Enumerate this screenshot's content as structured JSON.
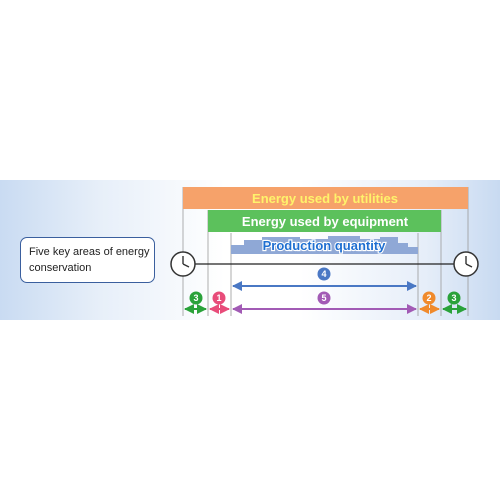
{
  "label": "Five key areas of energy conservation",
  "bars": {
    "utilities": "Energy used by utilities",
    "equipment": "Energy used by equipment",
    "production": "Production quantity"
  },
  "markers": {
    "m1": "1",
    "m2": "2",
    "m3_left": "3",
    "m3_right": "3",
    "m4": "4",
    "m5": "5"
  },
  "colors": {
    "utilities": "#f6a26a",
    "utilities_text": "#fff36b",
    "equipment": "#5cc15c",
    "production": "#8fa8d6",
    "production_text": "#1f6fd1",
    "green": "#2aa23a",
    "pink": "#e84c7a",
    "orange": "#f08a2c",
    "blue": "#4a78c4",
    "purple": "#a25bb5"
  },
  "icons": {
    "start": "clock-icon",
    "end": "clock-icon"
  }
}
